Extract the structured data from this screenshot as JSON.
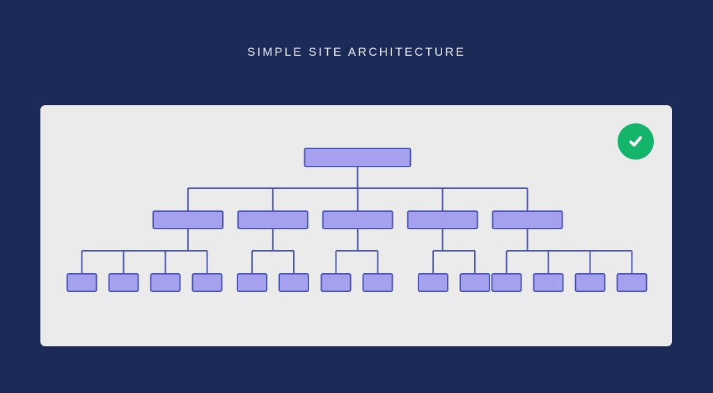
{
  "page": {
    "title": "SIMPLE SITE ARCHITECTURE"
  },
  "card": {
    "status_icon": "checkmark-icon"
  },
  "colors": {
    "background": "#1c2a57",
    "card_background": "#ebebeb",
    "node_fill": "#a5a1ee",
    "node_border": "#4a55b8",
    "connector": "#4a55b8",
    "badge": "#13b56b",
    "checkmark": "#ffffff",
    "title_text": "#e9ecf5"
  },
  "diagram": {
    "type": "tree",
    "root_count": 1,
    "level2_count": 5,
    "level3_groups": [
      4,
      2,
      2,
      2,
      4
    ],
    "total_nodes": 20,
    "node_labels": []
  }
}
